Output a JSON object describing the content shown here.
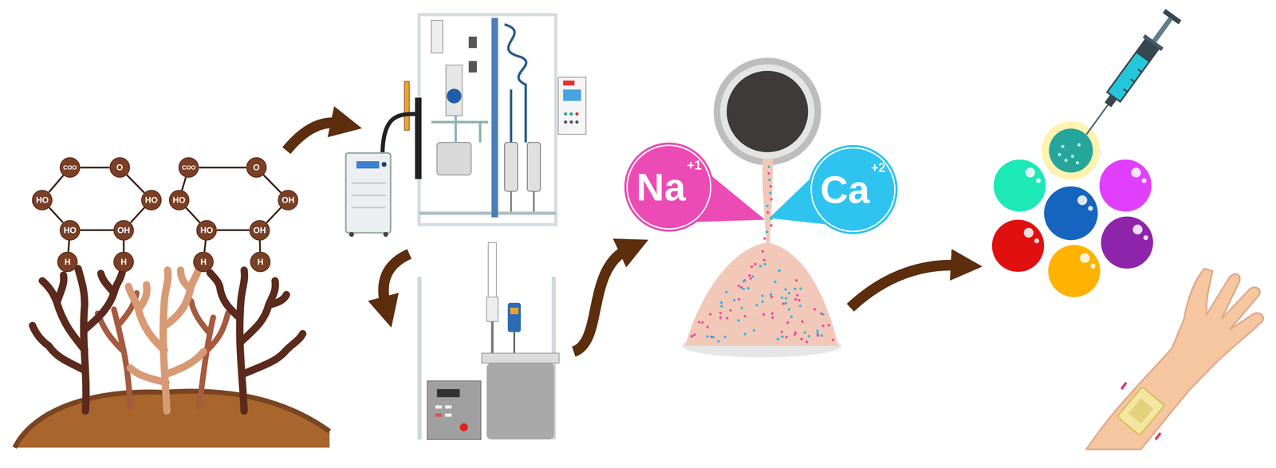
{
  "diagram": {
    "nodes": [
      {
        "text": [
          "COO"
        ]
      },
      {
        "text": [
          "O"
        ]
      },
      {
        "text": [
          "HO"
        ]
      },
      {
        "text": [
          "HO"
        ]
      },
      {
        "text": [
          "HO"
        ]
      },
      {
        "text": [
          "OH"
        ]
      },
      {
        "text": [
          "H"
        ]
      },
      {
        "text": [
          "H"
        ]
      },
      {
        "text": [
          "COO"
        ]
      },
      {
        "text": [
          "O"
        ]
      },
      {
        "text": [
          "HO"
        ]
      },
      {
        "text": [
          "OH"
        ]
      },
      {
        "text": [
          "HO"
        ]
      },
      {
        "text": [
          "OH"
        ]
      },
      {
        "text": [
          "H"
        ]
      },
      {
        "text": [
          "H"
        ]
      },
      {
        "text": [
          "Na",
          "+1"
        ]
      },
      {
        "text": [
          "Ca",
          "+2"
        ]
      }
    ],
    "edges": [
      {
        "from": 0,
        "to": 1,
        "arrow": "none"
      },
      {
        "from": 0,
        "to": 2,
        "arrow": "none"
      },
      {
        "from": 1,
        "to": 3,
        "arrow": "none"
      },
      {
        "from": 2,
        "to": 4,
        "arrow": "none"
      },
      {
        "from": 3,
        "to": 5,
        "arrow": "none"
      },
      {
        "from": 4,
        "to": 5,
        "arrow": "none"
      },
      {
        "from": 4,
        "to": 6,
        "arrow": "none"
      },
      {
        "from": 5,
        "to": 7,
        "arrow": "none"
      },
      {
        "from": 8,
        "to": 9,
        "arrow": "none"
      },
      {
        "from": 8,
        "to": 10,
        "arrow": "none"
      },
      {
        "from": 9,
        "to": 11,
        "arrow": "none"
      },
      {
        "from": 10,
        "to": 12,
        "arrow": "none"
      },
      {
        "from": 11,
        "to": 13,
        "arrow": "none"
      },
      {
        "from": 12,
        "to": 13,
        "arrow": "none"
      },
      {
        "from": 12,
        "to": 14,
        "arrow": "none"
      },
      {
        "from": 13,
        "to": 15,
        "arrow": "none"
      }
    ]
  }
}
